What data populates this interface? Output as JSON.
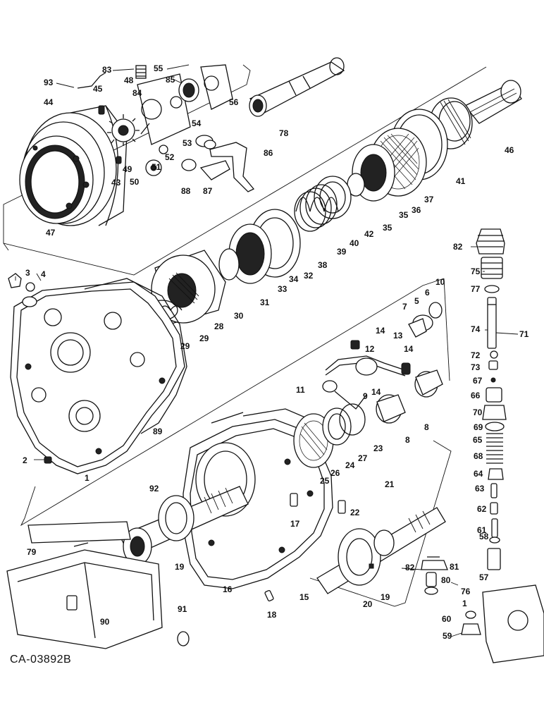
{
  "figure_code": "CA-03892B",
  "part_numbers": [
    "1",
    "2",
    "3",
    "4",
    "5",
    "6",
    "7",
    "8",
    "9",
    "10",
    "11",
    "12",
    "13",
    "14",
    "15",
    "16",
    "17",
    "18",
    "19",
    "20",
    "21",
    "22",
    "23",
    "24",
    "25",
    "26",
    "27",
    "28",
    "29",
    "30",
    "31",
    "32",
    "33",
    "34",
    "35",
    "36",
    "37",
    "38",
    "39",
    "40",
    "41",
    "42",
    "43",
    "44",
    "45",
    "46",
    "47",
    "48",
    "49",
    "50",
    "51",
    "52",
    "53",
    "54",
    "55",
    "56",
    "57",
    "58",
    "59",
    "60",
    "61",
    "62",
    "63",
    "64",
    "65",
    "66",
    "67",
    "68",
    "69",
    "70",
    "71",
    "72",
    "73",
    "74",
    "75",
    "76",
    "77",
    "78",
    "79",
    "80",
    "81",
    "82",
    "83",
    "84",
    "85",
    "86",
    "87",
    "88",
    "89",
    "90",
    "91",
    "92",
    "93"
  ]
}
